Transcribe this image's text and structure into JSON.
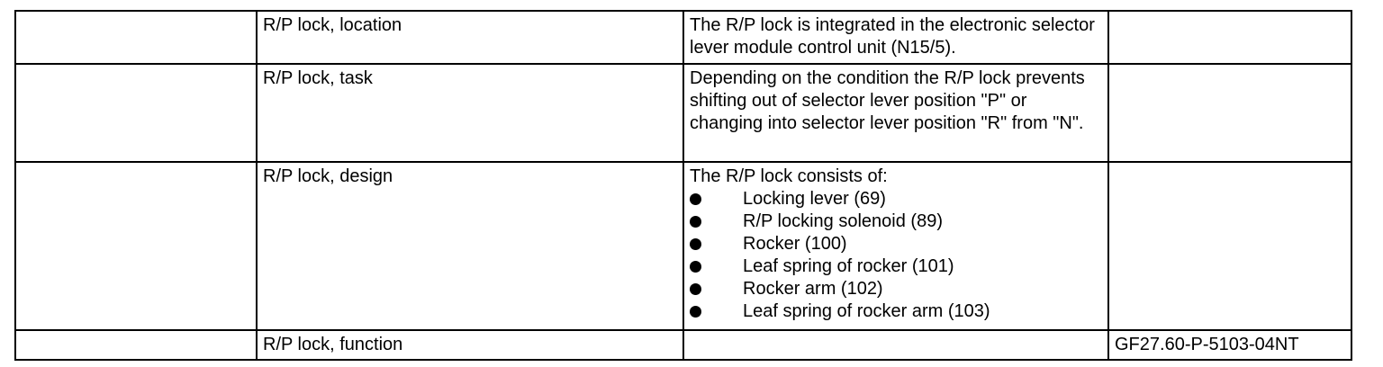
{
  "table": {
    "rows": [
      {
        "blank": "",
        "topic": "R/P lock, location",
        "text": "The R/P lock is integrated in the electronic selector lever module control unit (N15/5).",
        "ref": ""
      },
      {
        "blank": "",
        "topic": "R/P lock, task",
        "text": "Depending on the condition the R/P lock prevents shifting out of selector lever position \"P\" or changing into selector lever position \"R\" from \"N\".",
        "ref": ""
      },
      {
        "blank": "",
        "topic": "R/P lock, design",
        "text": "The R/P lock consists of:",
        "items": [
          "Locking lever (69)",
          "R/P locking solenoid (89)",
          "Rocker (100)",
          "Leaf spring of rocker (101)",
          "Rocker arm (102)",
          "Leaf spring of rocker arm (103)"
        ],
        "ref": ""
      },
      {
        "blank": "",
        "topic": "R/P lock, function",
        "text": "",
        "ref": "GF27.60-P-5103-04NT"
      }
    ]
  }
}
